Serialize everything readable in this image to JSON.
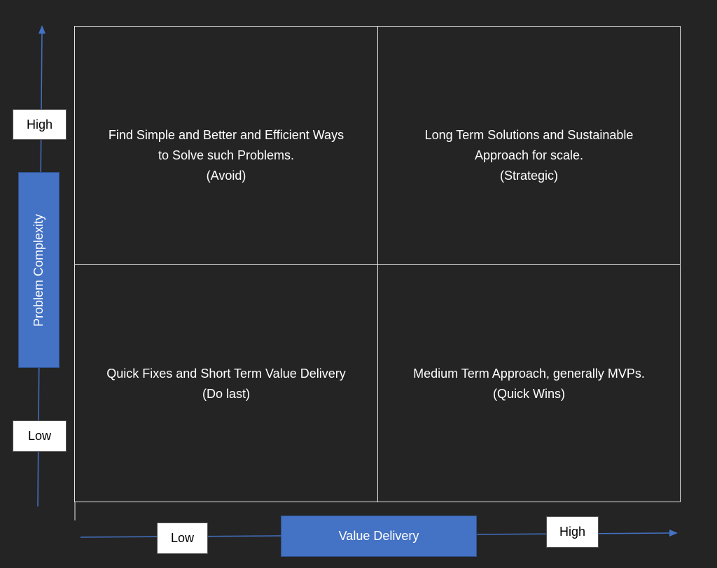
{
  "colors": {
    "background": "#242424",
    "grid_line": "#e6e6e6",
    "axis_accent": "#4472c4",
    "label_box": "#ffffff",
    "text_light": "#ffffff",
    "text_dark": "#000000"
  },
  "y_axis": {
    "title": "Problem Complexity",
    "high_label": "High",
    "low_label": "Low"
  },
  "x_axis": {
    "title": "Value Delivery",
    "low_label": "Low",
    "high_label": "High"
  },
  "quadrants": {
    "top_left": {
      "lines": [
        "Find Simple and Better and Efficient Ways",
        "to Solve such Problems.",
        "(Avoid)"
      ]
    },
    "top_right": {
      "lines": [
        "Long Term Solutions and Sustainable",
        "Approach for scale.",
        "(Strategic)"
      ]
    },
    "bottom_left": {
      "lines": [
        "Quick Fixes and Short Term Value Delivery",
        "(Do last)"
      ]
    },
    "bottom_right": {
      "lines": [
        "Medium Term Approach, generally MVPs.",
        "(Quick Wins)"
      ]
    }
  }
}
